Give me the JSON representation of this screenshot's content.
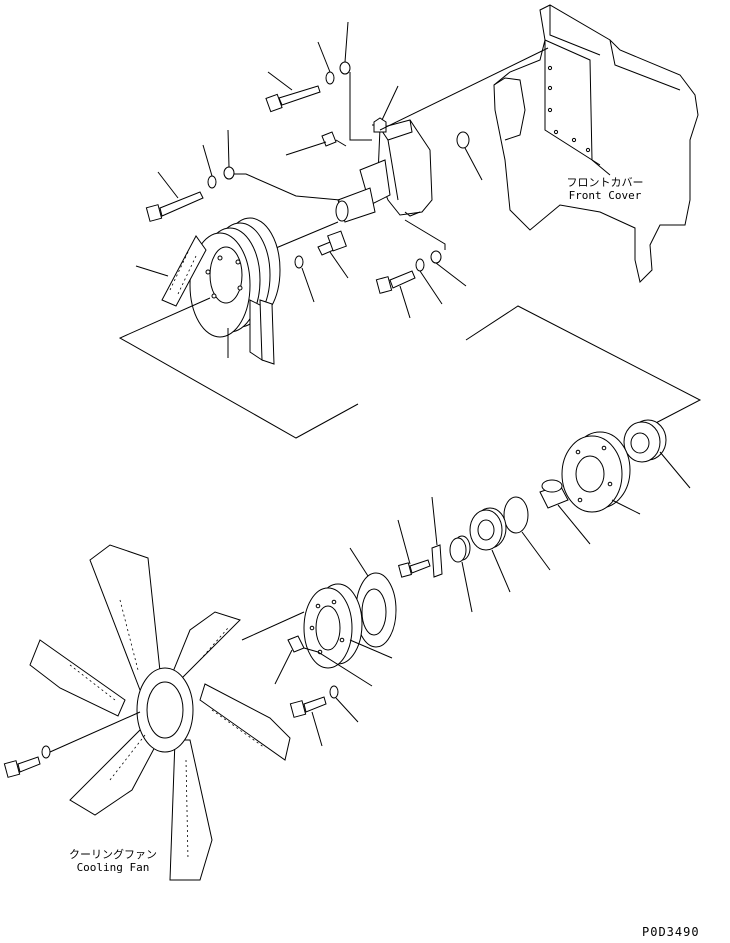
{
  "labels": {
    "front_cover_jp": "フロントカバー",
    "front_cover_en": "Front Cover",
    "cooling_fan_jp": "クーリングファン",
    "cooling_fan_en": "Cooling Fan",
    "drawing_number": "P0D3490"
  }
}
